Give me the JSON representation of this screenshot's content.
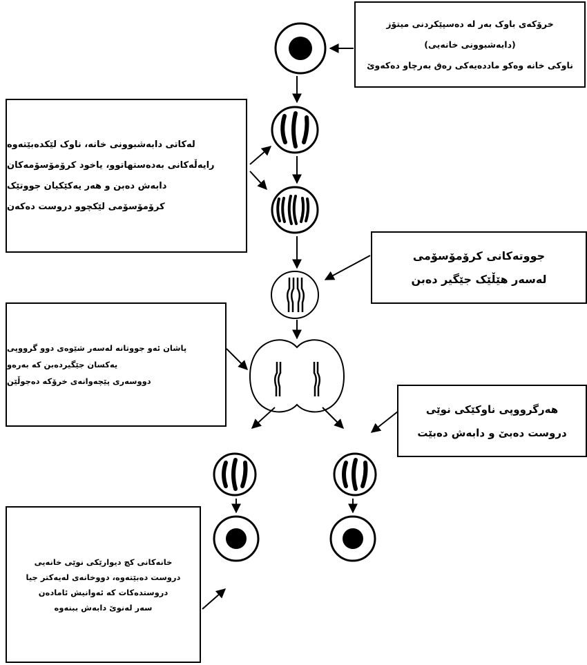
{
  "notes": [
    {
      "id": "box1",
      "lines": [
        "خرۆکەی باوک بەر لە دەسپێکردنی میتۆز",
        "(دابەشبوونی خانەیی)",
        "ناوکی خانە وەکو ماددەیەکی رەق بەرچاو دەکەوێ"
      ]
    },
    {
      "id": "box2",
      "lines": [
        "لەکاتی دابەشبوونی خانە، ناوک لێکدەبێتەوە",
        "رایەڵەکانی بەدەستهاتوو، یاخود کرۆمۆسۆمەکان",
        "دابەش دەبن و هەر یەکێکیان جووتێک",
        "کرۆمۆسۆمی لێکچوو دروست دەکەن"
      ]
    },
    {
      "id": "box3",
      "lines": [
        "جووتەکانی کرۆمۆسۆمی",
        "لەسەر هێڵێک جێگیر دەبن"
      ]
    },
    {
      "id": "box4",
      "lines": [
        "پاشان ئەو جووتانە لەسەر شێوەی دوو گرووپی",
        "یەکسان جێگیردەبن کە بەرەو",
        "دووسەری پێچەوانەی خرۆکە دەجوڵێن"
      ]
    },
    {
      "id": "box5",
      "lines": [
        "هەرگرووپی ناوکێکی نوێی",
        "دروست دەبێ و دابەش دەبێت"
      ]
    },
    {
      "id": "box6",
      "lines": [
        "خانەکانی کچ دیوارێکی نوێی خانەیی",
        "دروست دەبێتەوە، دووخانەی لەیەکتر جیا",
        "دروستدەکات کە ئەوانیش ئامادەن",
        "سەر لەنوێ دابەش ببنەوە"
      ]
    }
  ],
  "icons": [
    "cell-icon",
    "chromosome-icon",
    "arrow-icon"
  ]
}
